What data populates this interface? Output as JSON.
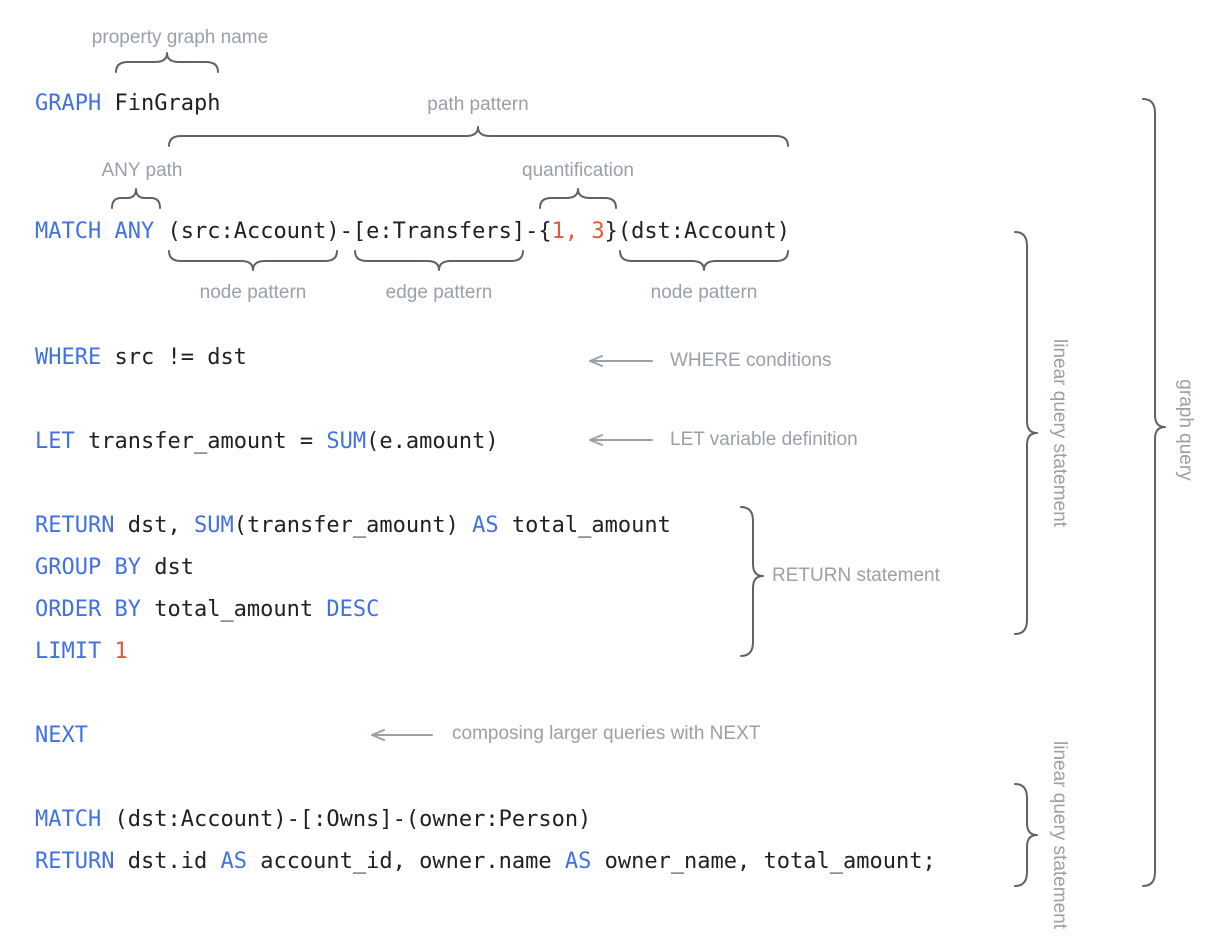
{
  "colors": {
    "keyword": "#4171E6",
    "number": "#E8563B",
    "code": "#202124",
    "label": "#9AA0A6",
    "brace": "#5F6368",
    "arrow": "#9AA0A6",
    "background": "#FFFFFF"
  },
  "code": {
    "lines": [
      {
        "name": "graph-clause",
        "tokens": [
          {
            "text": "GRAPH",
            "type": "keyword"
          },
          {
            "text": " FinGraph",
            "type": "plain"
          }
        ]
      },
      {
        "name": "match-clause",
        "tokens": [
          {
            "text": "MATCH",
            "type": "keyword"
          },
          {
            "text": " ",
            "type": "plain"
          },
          {
            "text": "ANY",
            "type": "keyword"
          },
          {
            "text": " (src:Account)-[e:Transfers]-{",
            "type": "plain"
          },
          {
            "text": "1, 3",
            "type": "number"
          },
          {
            "text": "}(dst:Account)",
            "type": "plain"
          }
        ]
      },
      {
        "name": "where-clause",
        "tokens": [
          {
            "text": "WHERE",
            "type": "keyword"
          },
          {
            "text": " src != dst",
            "type": "plain"
          }
        ]
      },
      {
        "name": "let-clause",
        "tokens": [
          {
            "text": "LET",
            "type": "keyword"
          },
          {
            "text": " transfer_amount = ",
            "type": "plain"
          },
          {
            "text": "SUM",
            "type": "keyword"
          },
          {
            "text": "(e.amount)",
            "type": "plain"
          }
        ]
      },
      {
        "name": "return-clause",
        "tokens": [
          {
            "text": "RETURN",
            "type": "keyword"
          },
          {
            "text": " dst, ",
            "type": "plain"
          },
          {
            "text": "SUM",
            "type": "keyword"
          },
          {
            "text": "(transfer_amount) ",
            "type": "plain"
          },
          {
            "text": "AS",
            "type": "keyword"
          },
          {
            "text": " total_amount",
            "type": "plain"
          }
        ]
      },
      {
        "name": "group-by-clause",
        "tokens": [
          {
            "text": "GROUP BY",
            "type": "keyword"
          },
          {
            "text": " dst",
            "type": "plain"
          }
        ]
      },
      {
        "name": "order-by-clause",
        "tokens": [
          {
            "text": "ORDER BY",
            "type": "keyword"
          },
          {
            "text": " total_amount ",
            "type": "plain"
          },
          {
            "text": "DESC",
            "type": "keyword"
          }
        ]
      },
      {
        "name": "limit-clause",
        "tokens": [
          {
            "text": "LIMIT",
            "type": "keyword"
          },
          {
            "text": " ",
            "type": "plain"
          },
          {
            "text": "1",
            "type": "number"
          }
        ]
      },
      {
        "name": "next-clause",
        "tokens": [
          {
            "text": "NEXT",
            "type": "keyword"
          }
        ]
      },
      {
        "name": "match-clause-2",
        "tokens": [
          {
            "text": "MATCH",
            "type": "keyword"
          },
          {
            "text": " (dst:Account)-[:Owns]-(owner:Person)",
            "type": "plain"
          }
        ]
      },
      {
        "name": "return-clause-2",
        "tokens": [
          {
            "text": "RETURN",
            "type": "keyword"
          },
          {
            "text": " dst.id ",
            "type": "plain"
          },
          {
            "text": "AS",
            "type": "keyword"
          },
          {
            "text": " account_id, owner.name ",
            "type": "plain"
          },
          {
            "text": "AS",
            "type": "keyword"
          },
          {
            "text": " owner_name, total_amount;",
            "type": "plain"
          }
        ]
      }
    ]
  },
  "annotations": {
    "property_graph_name": "property graph name",
    "path_pattern": "path pattern",
    "any_path": "ANY path",
    "quantification": "quantification",
    "node_pattern_1": "node pattern",
    "edge_pattern": "edge pattern",
    "node_pattern_2": "node pattern",
    "where_conditions": "WHERE conditions",
    "let_variable_definition": "LET variable definition",
    "return_statement": "RETURN statement",
    "composing_with_next": "composing larger queries with NEXT",
    "linear_query_statement_1": "linear query statement",
    "linear_query_statement_2": "linear query statement",
    "graph_query": "graph query"
  }
}
